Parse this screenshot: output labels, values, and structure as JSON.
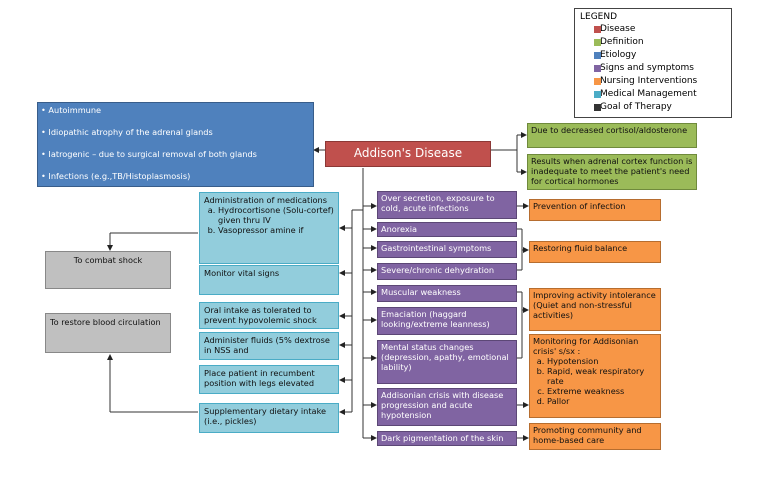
{
  "legend": {
    "title": "LEGEND",
    "items": [
      {
        "label": "Disease",
        "color": "#c0504d"
      },
      {
        "label": "Definition",
        "color": "#9bbb59"
      },
      {
        "label": "Etiology",
        "color": "#4f81bd"
      },
      {
        "label": "Signs and symptoms",
        "color": "#8064a2"
      },
      {
        "label": "Nursing Interventions",
        "color": "#f79646"
      },
      {
        "label": "Medical Management",
        "color": "#4bacc6"
      },
      {
        "label": "Goal of Therapy",
        "color": "#333333"
      }
    ]
  },
  "disease": "Addison's Disease",
  "etiology": [
    "• Autoimmune",
    "• Idiopathic atrophy of the adrenal glands",
    "• Iatrogenic – due to surgical removal of both glands",
    "• Infections (e.g.,TB/Histoplasmosis)"
  ],
  "definitions": [
    "Due to decreased cortisol/aldosterone",
    "Results when adrenal cortex function is inadequate to meet the patient's need for cortical hormones"
  ],
  "signs": [
    "Over secretion, exposure to cold, acute infections",
    "Anorexia",
    "Gastrointestinal symptoms",
    "Severe/chronic dehydration",
    "Muscular weakness",
    "Emaciation (haggard looking/extreme leanness)",
    "Mental status changes (depression, apathy, emotional lability)",
    "Addisonian crisis with disease progression and acute hypotension",
    "Dark pigmentation of the skin"
  ],
  "nursing": {
    "infection": "Prevention of infection",
    "fluid": "Restoring fluid balance",
    "activity": "Improving activity intolerance (Quiet and non-stressful activities)",
    "monitoring_title": "Monitoring for Addisonian crisis' s/sx :",
    "monitoring_items": [
      "Hypotension",
      "Rapid, weak respiratory rate",
      "Extreme weakness",
      "Pallor"
    ],
    "community": "Promoting community and home-based care"
  },
  "medical": {
    "admin_title": "Administration of medications",
    "admin_items": [
      "Hydrocortisone (Solu-cortef) given thru IV",
      "Vasopressor amine if"
    ],
    "monitor": "Monitor vital signs",
    "oral": "Oral intake as tolerated to prevent hypovolemic shock",
    "fluids": "Administer fluids (5% dextrose in NSS and",
    "position": "Place patient in recumbent position with legs elevated",
    "diet": "Supplementary dietary intake (i.e., pickles)"
  },
  "goals": {
    "shock": "To combat shock",
    "circulation": "To restore blood circulation"
  }
}
